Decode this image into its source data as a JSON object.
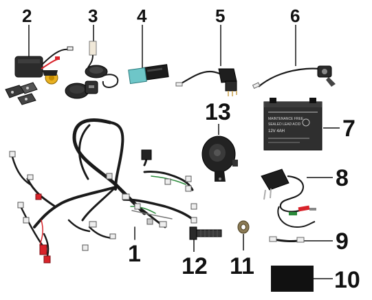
{
  "parts": [
    {
      "number": "1",
      "item": "wiring-harness"
    },
    {
      "number": "2",
      "item": "alarm-unit-with-remotes"
    },
    {
      "number": "3",
      "item": "usb-charger-socket"
    },
    {
      "number": "4",
      "item": "cdi-module"
    },
    {
      "number": "5",
      "item": "switch"
    },
    {
      "number": "6",
      "item": "ignition-key-switch"
    },
    {
      "number": "7",
      "item": "battery"
    },
    {
      "number": "8",
      "item": "battery-charger"
    },
    {
      "number": "9",
      "item": "fuse-strap"
    },
    {
      "number": "10",
      "item": "black-pad"
    },
    {
      "number": "11",
      "item": "nut"
    },
    {
      "number": "12",
      "item": "bolt"
    },
    {
      "number": "13",
      "item": "horn"
    }
  ],
  "battery_label": {
    "brand": "",
    "lines": [
      "MAINTENANCE FREE",
      "SEALED LEAD ACID",
      "12V 4AH"
    ]
  },
  "colors": {
    "ink": "#111111",
    "wire": "#1a1a1a",
    "red": "#d8232a",
    "green": "#2a8a3a",
    "white": "#f2f2f2"
  }
}
